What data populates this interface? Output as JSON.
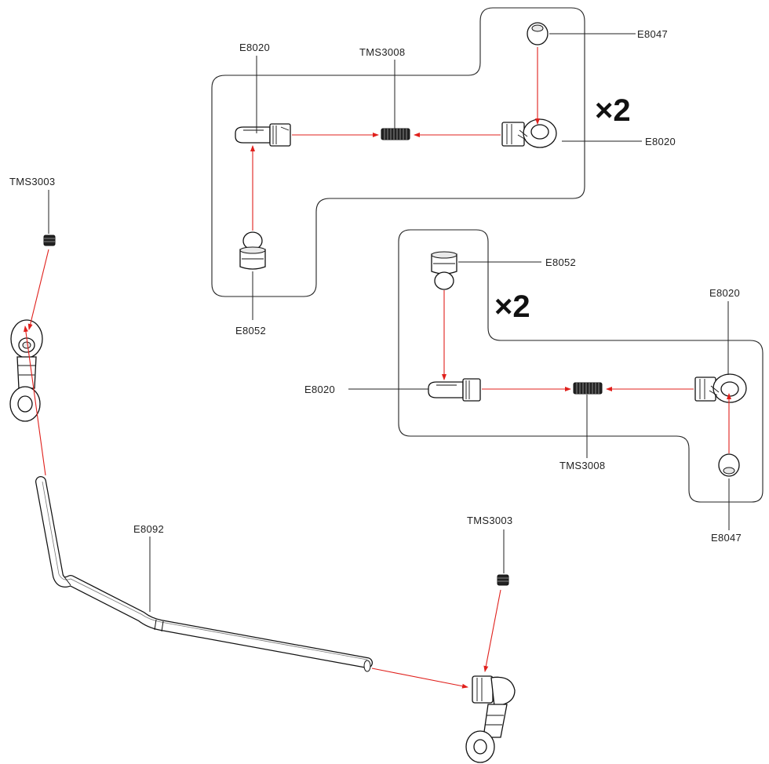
{
  "labels": {
    "top_e8020_left": "E8020",
    "top_tms3008": "TMS3008",
    "top_e8047": "E8047",
    "top_e8020_right": "E8020",
    "top_e8052": "E8052",
    "top_multiplier": "×2",
    "mid_e8052": "E8052",
    "mid_multiplier": "×2",
    "mid_e8020_right": "E8020",
    "mid_e8020_left": "E8020",
    "mid_tms3008": "TMS3008",
    "mid_e8047": "E8047",
    "left_tms3003": "TMS3003",
    "bar_e8092": "E8092",
    "bottom_tms3003": "TMS3003"
  },
  "colors": {
    "arrow": "#e0201c",
    "line": "#222222"
  }
}
